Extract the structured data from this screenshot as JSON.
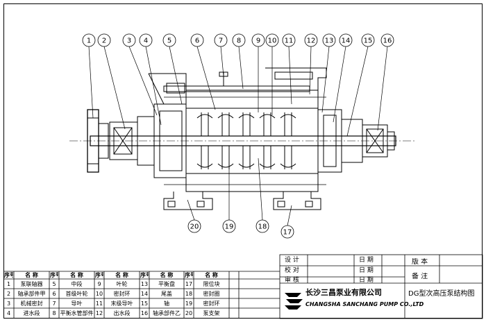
{
  "callouts": [
    "1",
    "2",
    "3",
    "4",
    "5",
    "6",
    "7",
    "8",
    "9",
    "10",
    "11",
    "12",
    "13",
    "14",
    "15",
    "16"
  ],
  "bottom_callouts": [
    "20",
    "19",
    "18",
    "17"
  ],
  "title_block": {
    "rows": [
      {
        "label": "设 计",
        "date": "日 期"
      },
      {
        "label": "校 对",
        "date": "日 期"
      },
      {
        "label": "审 核",
        "date": "日 期"
      }
    ],
    "ratio_label": "版 本",
    "remark_label": "备 注",
    "company_cn": "长沙三昌泵业有限公司",
    "company_en": "CHANGSHA SANCHANG PUMP CO.,LTD",
    "drawing_title": "DG型次高压泵结构图"
  },
  "parts_table": {
    "header": [
      "序号",
      "名 称",
      "序号",
      "名 称",
      "序号",
      "名 称",
      "序号",
      "名 称",
      "序号",
      "名 称"
    ],
    "rows": [
      [
        "1",
        "泵联轴器",
        "5",
        "中段",
        "9",
        "叶轮",
        "13",
        "平衡盘",
        "17",
        "限位块"
      ],
      [
        "2",
        "轴承部件甲",
        "6",
        "首级叶轮",
        "10",
        "密封环",
        "14",
        "尾盖",
        "18",
        "密封圈"
      ],
      [
        "3",
        "机械密封",
        "7",
        "导叶",
        "11",
        "末级导叶",
        "15",
        "轴",
        "19",
        "密封环"
      ],
      [
        "4",
        "进水段",
        "8",
        "平衡水管部件",
        "12",
        "出水段",
        "16",
        "轴承部件乙",
        "20",
        "泵支架"
      ]
    ]
  }
}
